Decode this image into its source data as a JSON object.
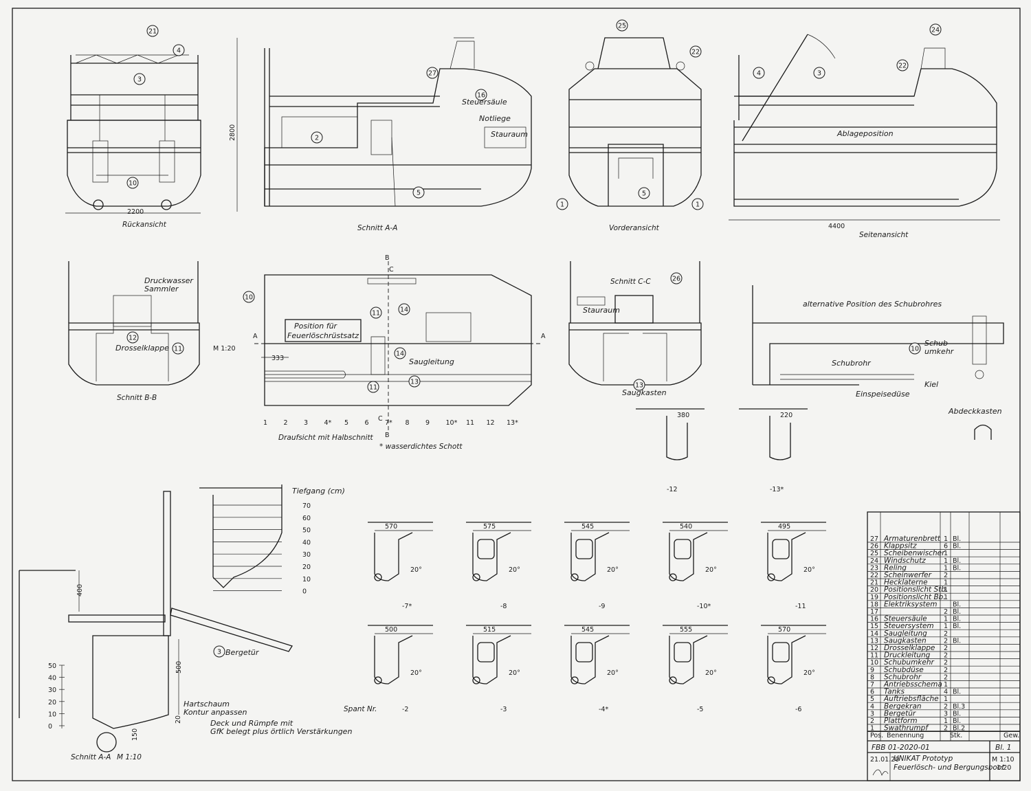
{
  "views": {
    "rueckansicht": {
      "title": "Rückansicht",
      "dim_width": "2200"
    },
    "schnitt_aa": {
      "title": "Schnitt A-A",
      "dim_height": "2800",
      "label_steuersaeule": "Steuersäule",
      "label_notliege": "Notliege",
      "label_stauraum": "Stauraum"
    },
    "vorderansicht": {
      "title": "Vorderansicht"
    },
    "seitenansicht": {
      "title": "Seitenansicht",
      "dim_length": "4400",
      "label_ablage": "Ablageposition"
    },
    "schnitt_bb": {
      "title": "Schnitt B-B",
      "label_druckwasser": "Druckwasser",
      "label_sammler": "Sammler",
      "label_drosselklappe": "Drosselklappe"
    },
    "draufsicht": {
      "title": "Draufsicht mit Halbschnitt",
      "note": "* wasserdichtes Schott",
      "scale": "M 1:20",
      "dim_333": "333",
      "label_position": "Position für",
      "label_feuerloesch": "Feuerlöschrüstsatz",
      "label_saugleitung": "Saugleitung",
      "section_a": "A",
      "section_b": "B",
      "section_c": "C",
      "frames": [
        "1",
        "2",
        "3",
        "4*",
        "5",
        "6",
        "7*",
        "8",
        "9",
        "10*",
        "11",
        "12",
        "13*"
      ]
    },
    "schnitt_cc": {
      "title": "Schnitt C-C",
      "label_stauraum": "Stauraum",
      "label_saugkasten": "Saugkasten"
    },
    "schubrohr": {
      "title": "alternative Position des Schubrohres",
      "label_schubrohr": "Schubrohr",
      "label_einspeise": "Einspeisedüse",
      "label_schubumkehr1": "Schub-",
      "label_schubumkehr2": "umkehr",
      "label_kiel": "Kiel",
      "label_abdeckkasten": "Abdeckkasten"
    },
    "schnitt_aa_detail": {
      "title": "Schnitt A-A",
      "scale": "M 1:10",
      "label_bergetuer": "Bergetür",
      "label_hartschaum1": "Hartschaum",
      "label_hartschaum2": "Kontur anpassen",
      "note1": "Deck und Rümpfe mit",
      "note2": "GfK belegt plus örtlich Verstärkungen",
      "dim_400": "400",
      "dim_500": "500",
      "dim_150": "150",
      "dim_20": "20",
      "scale_ticks": [
        "50",
        "40",
        "30",
        "20",
        "10",
        "0"
      ]
    },
    "tiefgang": {
      "title": "Tiefgang (cm)",
      "ticks": [
        "70",
        "60",
        "50",
        "40",
        "30",
        "20",
        "10",
        "0"
      ]
    }
  },
  "bubbles": [
    "21",
    "4",
    "3",
    "10",
    "27",
    "16",
    "2",
    "5",
    "25",
    "22",
    "1",
    "5",
    "1",
    "24",
    "22",
    "4",
    "3",
    "12",
    "11",
    "10",
    "11",
    "14",
    "14",
    "11",
    "13",
    "26",
    "13",
    "10",
    "3"
  ],
  "spant": {
    "prefix": "Spant Nr.",
    "row0": [
      {
        "n": "-12",
        "w": "380"
      },
      {
        "n": "-13*",
        "w": "220"
      }
    ],
    "row1": [
      {
        "n": "-7*",
        "w": "570"
      },
      {
        "n": "-8",
        "w": "575"
      },
      {
        "n": "-9",
        "w": "545"
      },
      {
        "n": "-10*",
        "w": "540"
      },
      {
        "n": "-11",
        "w": "495"
      }
    ],
    "row2": [
      {
        "n": "-2",
        "w": "500"
      },
      {
        "n": "-3",
        "w": "515"
      },
      {
        "n": "-4*",
        "w": "545"
      },
      {
        "n": "-5",
        "w": "555"
      },
      {
        "n": "-6",
        "w": "570"
      }
    ],
    "angle": "20°"
  },
  "parts_list": {
    "rows": [
      {
        "pos": "27",
        "name": "Armaturenbrett",
        "stk": "1",
        "ref": "Bl."
      },
      {
        "pos": "26",
        "name": "Klappsitz",
        "stk": "6",
        "ref": "Bl."
      },
      {
        "pos": "25",
        "name": "Scheibenwischer",
        "stk": "1",
        "ref": ""
      },
      {
        "pos": "24",
        "name": "Windschutz",
        "stk": "1",
        "ref": "Bl."
      },
      {
        "pos": "23",
        "name": "Reling",
        "stk": "1",
        "ref": "Bl."
      },
      {
        "pos": "22",
        "name": "Scheinwerfer",
        "stk": "2",
        "ref": ""
      },
      {
        "pos": "21",
        "name": "Hecklaterne",
        "stk": "1",
        "ref": ""
      },
      {
        "pos": "20",
        "name": "Positionslicht Stb.",
        "stk": "1",
        "ref": ""
      },
      {
        "pos": "19",
        "name": "Positionslicht Bb.",
        "stk": "1",
        "ref": ""
      },
      {
        "pos": "18",
        "name": "Elektriksystem",
        "stk": "",
        "ref": "Bl."
      },
      {
        "pos": "17",
        "name": "",
        "stk": "2",
        "ref": "Bl."
      },
      {
        "pos": "16",
        "name": "Steuersäule",
        "stk": "1",
        "ref": "Bl."
      },
      {
        "pos": "15",
        "name": "Steuersystem",
        "stk": "1",
        "ref": "Bl."
      },
      {
        "pos": "14",
        "name": "Saugleitung",
        "stk": "2",
        "ref": ""
      },
      {
        "pos": "13",
        "name": "Saugkasten",
        "stk": "2",
        "ref": "Bl."
      },
      {
        "pos": "12",
        "name": "Drosselklappe",
        "stk": "2",
        "ref": ""
      },
      {
        "pos": "11",
        "name": "Druckleitung",
        "stk": "2",
        "ref": ""
      },
      {
        "pos": "10",
        "name": "Schubumkehr",
        "stk": "2",
        "ref": ""
      },
      {
        "pos": "9",
        "name": "Schubdüse",
        "stk": "2",
        "ref": ""
      },
      {
        "pos": "8",
        "name": "Schubrohr",
        "stk": "2",
        "ref": ""
      },
      {
        "pos": "7",
        "name": "Antriebsschema",
        "stk": "1",
        "ref": ""
      },
      {
        "pos": "6",
        "name": "Tanks",
        "stk": "4",
        "ref": "Bl."
      },
      {
        "pos": "5",
        "name": "Auftriebsfläche",
        "stk": "1",
        "ref": ""
      },
      {
        "pos": "4",
        "name": "Bergekran",
        "stk": "2",
        "ref": "Bl.3"
      },
      {
        "pos": "3",
        "name": "Bergetür",
        "stk": "3",
        "ref": "Bl."
      },
      {
        "pos": "2",
        "name": "Plattform",
        "stk": "1",
        "ref": "Bl."
      },
      {
        "pos": "1",
        "name": "Swathrumpf",
        "stk": "2",
        "ref": "Bl.2"
      }
    ],
    "header": {
      "pos": "Pos.",
      "name": "Benennung",
      "stk": "Stk.",
      "gew": "Gew."
    }
  },
  "title_block": {
    "drawing_no": "FBB 01-2020-01",
    "sheet": "Bl. 1",
    "date": "21.01.20",
    "title1": "UNIKAT Prototyp",
    "title2": "Feuerlösch- und Bergungsboot",
    "scale1": "M 1:10",
    "scale2": "1:20"
  }
}
